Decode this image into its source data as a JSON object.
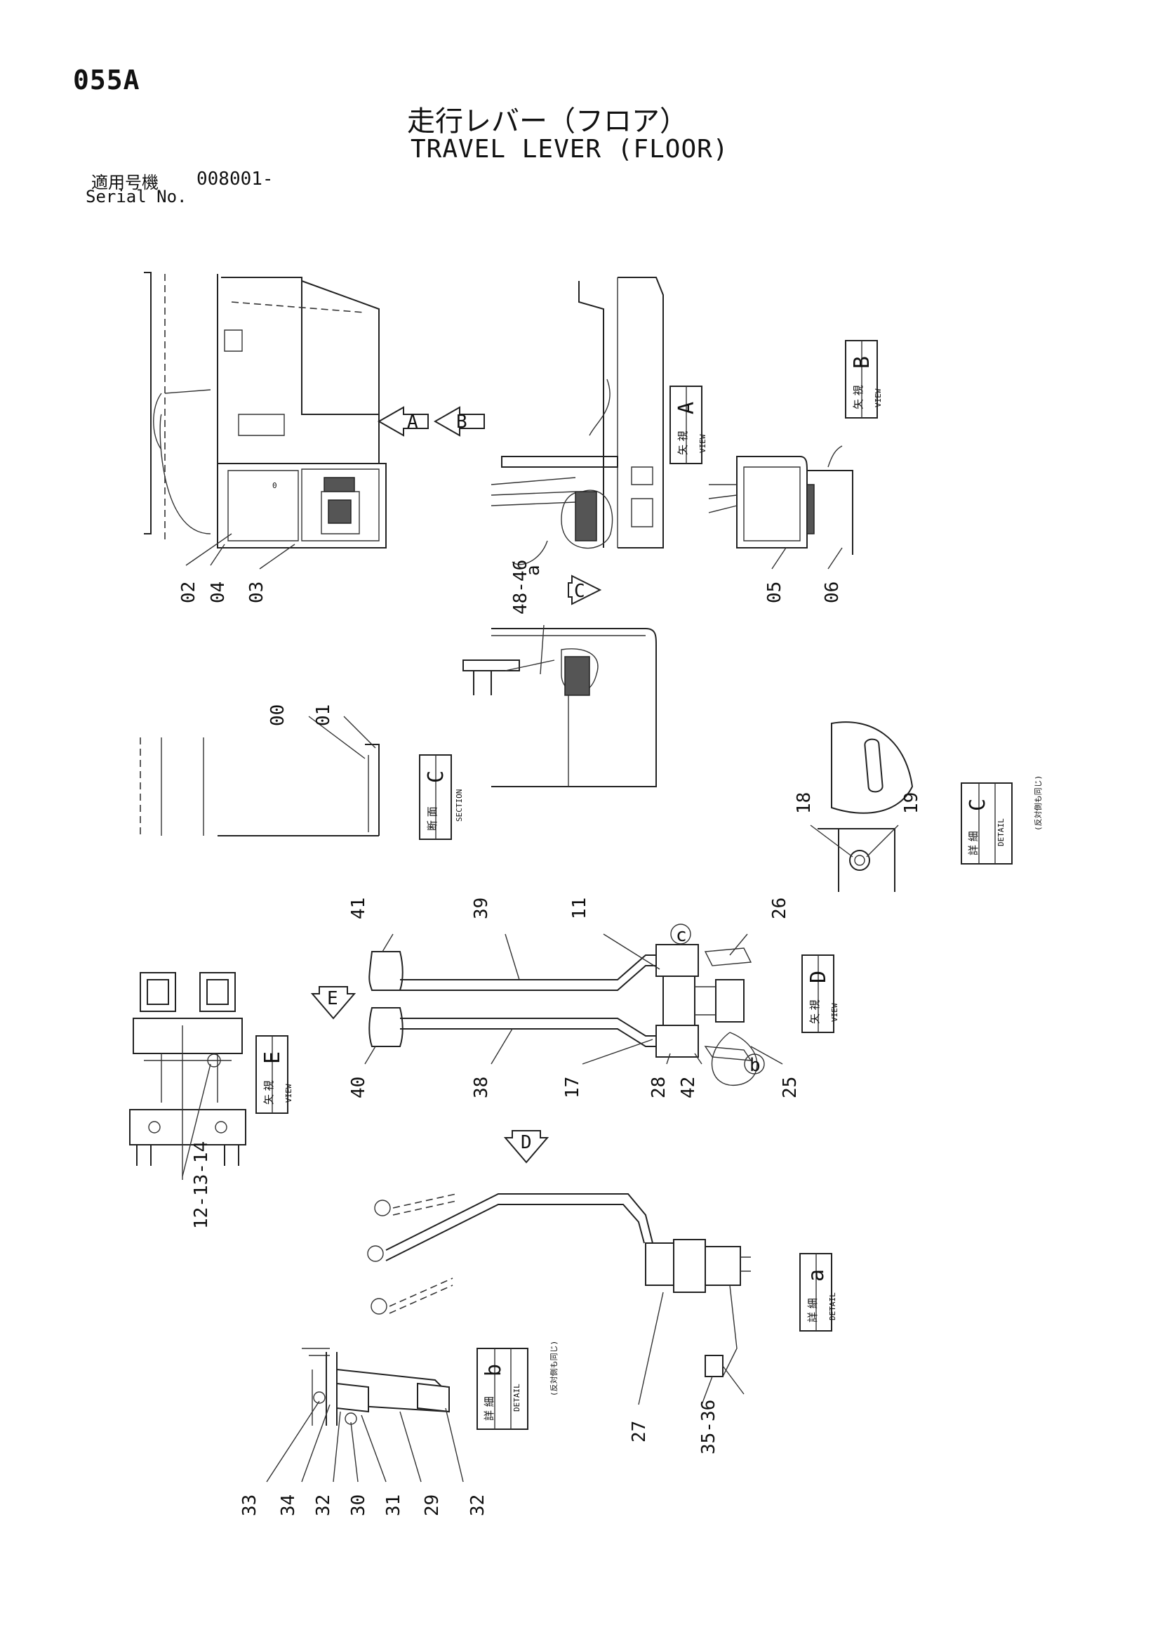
{
  "page_code": "055A",
  "title_ja": "走行レバー（フロア）",
  "title_en": "TRAVEL LEVER (FLOOR)",
  "serial_label_ja": "適用号機",
  "serial_value": "008001-",
  "serial_label_en": "Serial No.",
  "view_boxes": {
    "view_a": {
      "ja": "矢 視",
      "en": "VIEW",
      "letter": "A"
    },
    "view_b": {
      "ja": "矢 視",
      "en": "VIEW",
      "letter": "B"
    },
    "section_c": {
      "ja": "断 面",
      "en": "SECTION",
      "letter": "C"
    },
    "detail_c": {
      "ja": "詳 細",
      "en": "DETAIL",
      "letter": "C",
      "note": "(反対側も同じ)"
    },
    "view_d": {
      "ja": "矢 視",
      "en": "VIEW",
      "letter": "D"
    },
    "view_e": {
      "ja": "矢 視",
      "en": "VIEW",
      "letter": "E"
    },
    "detail_a": {
      "ja": "詳 細",
      "en": "DETAIL",
      "letter": "a"
    },
    "detail_b": {
      "ja": "詳 細",
      "en": "DETAIL",
      "letter": "b",
      "note": "(反対側も同じ)"
    }
  },
  "arrows": {
    "a": "A",
    "b": "B",
    "c": "C",
    "d": "D",
    "e": "E"
  },
  "small_refs": {
    "a": "a",
    "b": "b",
    "c": "c"
  },
  "part_labels": {
    "p02": "02",
    "p04": "04",
    "p03": "03",
    "p05": "05",
    "p06": "06",
    "p48_46": "48-46",
    "p00": "00",
    "p01": "01",
    "p18": "18",
    "p19": "19",
    "p41": "41",
    "p39": "39",
    "p11": "11",
    "p26": "26",
    "p40": "40",
    "p38": "38",
    "p17": "17",
    "p28": "28",
    "p42": "42",
    "p25": "25",
    "p12_14": "12-13-14",
    "p27": "27",
    "p35_36": "35-36",
    "p33": "33",
    "p34": "34",
    "p32a": "32",
    "p30": "30",
    "p31": "31",
    "p29": "29",
    "p32b": "32"
  }
}
